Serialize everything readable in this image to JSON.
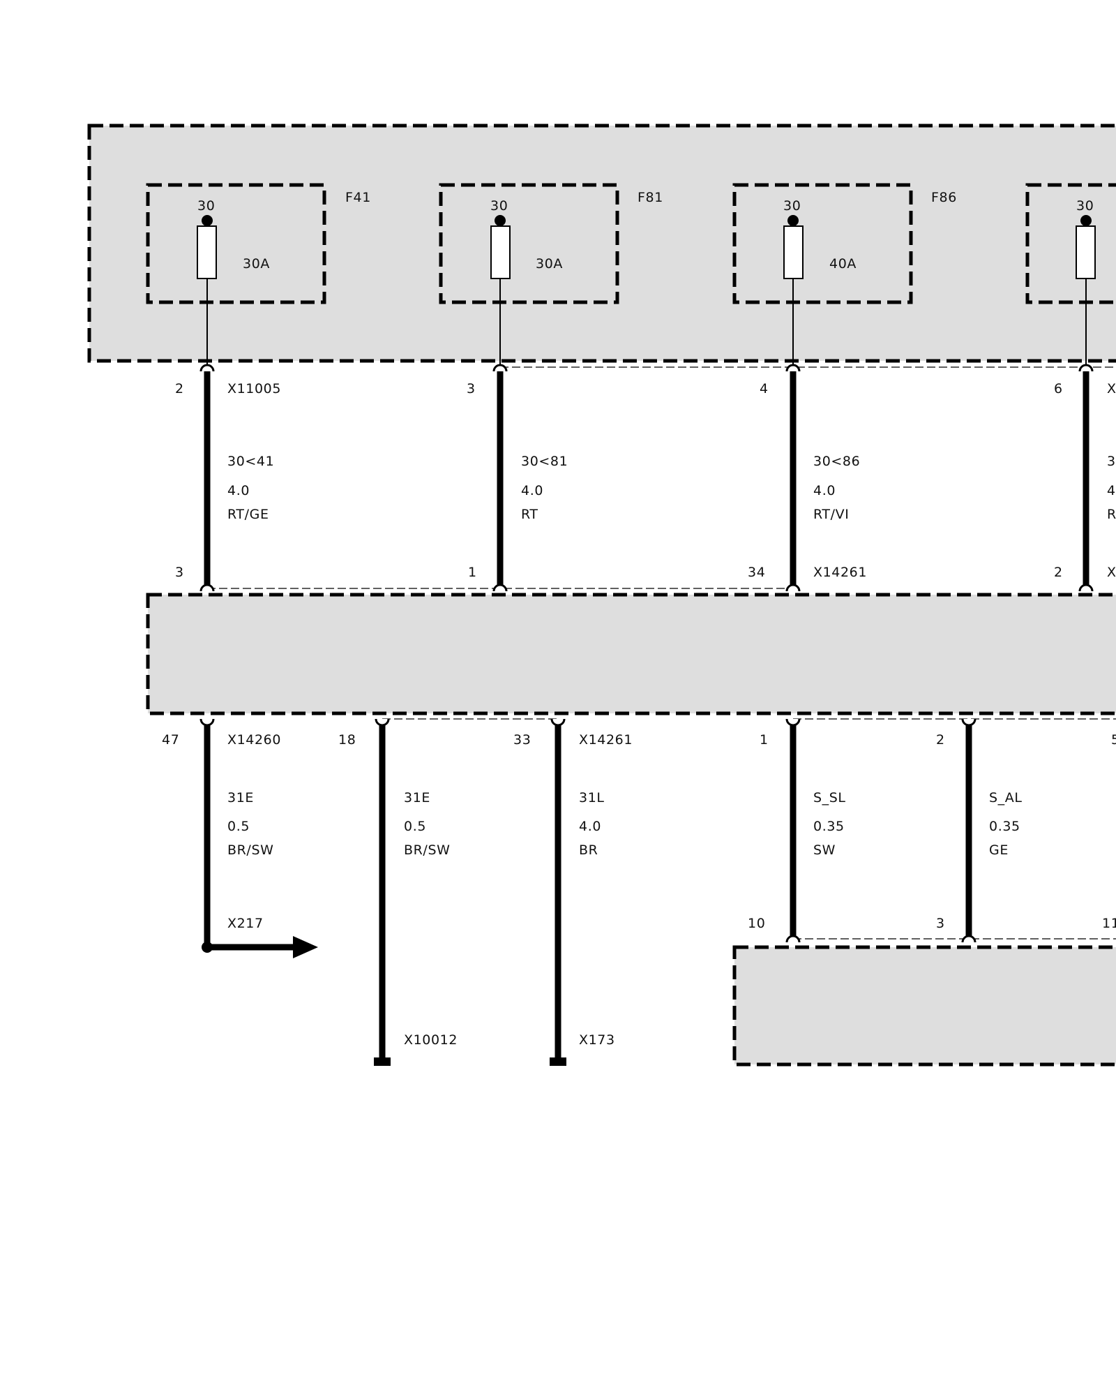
{
  "colors": {
    "panel_fill": "#dedede",
    "line": "#000000",
    "background": "#ffffff"
  },
  "fuses": [
    {
      "id": "F41",
      "terminal": "30",
      "rating": "30A"
    },
    {
      "id": "F81",
      "terminal": "30",
      "rating": "30A"
    },
    {
      "id": "F86",
      "terminal": "30",
      "rating": "40A"
    },
    {
      "id": "",
      "terminal": "30",
      "rating": ""
    }
  ],
  "upper_wires": [
    {
      "top_pin": "2",
      "top_connector": "X11005",
      "signal": "30<41",
      "size": "4.0",
      "color": "RT/GE",
      "bottom_pin": "3",
      "bottom_connector": ""
    },
    {
      "top_pin": "3",
      "top_connector": "",
      "signal": "30<81",
      "size": "4.0",
      "color": "RT",
      "bottom_pin": "1",
      "bottom_connector": ""
    },
    {
      "top_pin": "4",
      "top_connector": "",
      "signal": "30<86",
      "size": "4.0",
      "color": "RT/VI",
      "bottom_pin": "34",
      "bottom_connector": "X14261"
    },
    {
      "top_pin": "6",
      "top_connector": "X",
      "signal": "30",
      "size": "4",
      "color": "R",
      "bottom_pin": "2",
      "bottom_connector": "X"
    }
  ],
  "lower_wires": [
    {
      "pin": "47",
      "connector": "X14260",
      "signal": "31E",
      "size": "0.5",
      "color": "BR/SW",
      "end_label": "X217",
      "end_pin": ""
    },
    {
      "pin": "18",
      "connector": "",
      "signal": "31E",
      "size": "0.5",
      "color": "BR/SW",
      "end_label": "X10012",
      "end_pin": ""
    },
    {
      "pin": "33",
      "connector": "X14261",
      "signal": "31L",
      "size": "4.0",
      "color": "BR",
      "end_label": "X173",
      "end_pin": ""
    },
    {
      "pin": "1",
      "connector": "",
      "signal": "S_SL",
      "size": "0.35",
      "color": "SW",
      "end_label": "",
      "end_pin": "10"
    },
    {
      "pin": "2",
      "connector": "",
      "signal": "S_AL",
      "size": "0.35",
      "color": "GE",
      "end_label": "",
      "end_pin": "3"
    }
  ],
  "edge_labels": {
    "lower_pin_partial": "5",
    "module_pin_partial": "11"
  }
}
